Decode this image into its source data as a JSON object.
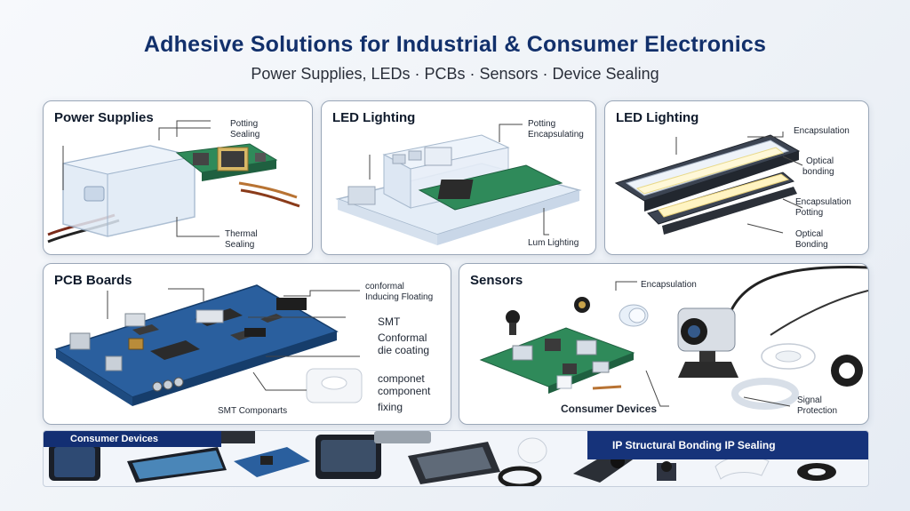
{
  "header": {
    "title": "Adhesive Solutions for Industrial & Consumer Electronics",
    "subtitle": "Power Supplies, LEDs · PCBs · Sensors · Device Sealing"
  },
  "panels": {
    "power": {
      "title": "Power Supplies",
      "labels": [
        "Potting",
        "Sealing",
        "Thermal",
        "Sealing"
      ]
    },
    "led1": {
      "title": "LED Lighting",
      "labels": [
        "Potting",
        "Encapsulating",
        "Lum Lighting"
      ]
    },
    "led2": {
      "title": "LED Lighting",
      "labels": [
        "Encapsulation",
        "Optical",
        "bonding",
        "Encapsulation",
        "Potting",
        "Optical",
        "Bonding"
      ]
    },
    "pcb": {
      "title": "PCB Boards",
      "labels": [
        "conformal",
        "Inducing Floating",
        "SMT",
        "Conformal",
        "die coating",
        "componet",
        "component",
        "fixing",
        "SMT Componarts"
      ]
    },
    "sensors": {
      "title": "Sensors",
      "labels": [
        "Encapsulation",
        "Consumer Devices",
        "Signal",
        "Protection"
      ]
    }
  },
  "band": {
    "left_label": "Consumer Devices",
    "right_label": "IP Structural Bonding  IP Sealing"
  },
  "colors": {
    "title": "#12306b",
    "pcb_green": "#2f8a5a",
    "pcb_blue": "#2a5f9e",
    "band_navy": "#132f73"
  }
}
